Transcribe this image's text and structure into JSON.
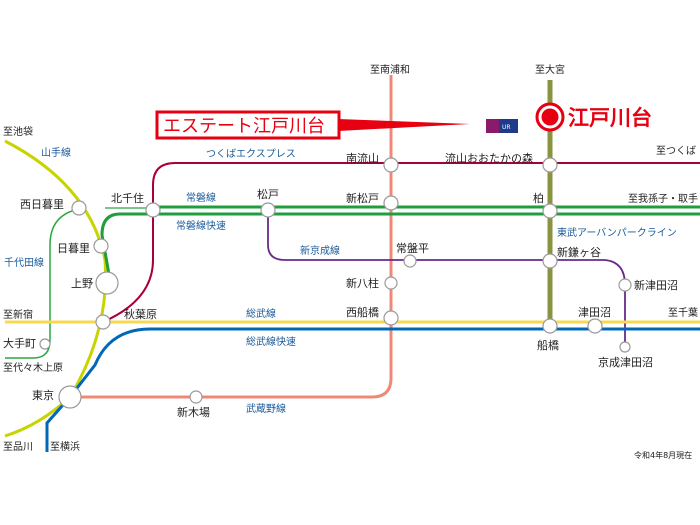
{
  "banner": {
    "title": "エステート江戸川台",
    "logo": "UR"
  },
  "highlight_station": "江戸川台",
  "lines": {
    "yamanote": "山手線",
    "tsukuba": "つくばエクスプレス",
    "joban": "常磐線",
    "joban_rapid": "常磐線快速",
    "chiyoda": "千代田線",
    "shinkeisei": "新京成線",
    "tobu": "東武アーバンパークライン",
    "sobu": "総武線",
    "sobu_rapid": "総武線快速",
    "musashino": "武蔵野線"
  },
  "stations": {
    "nishinippori": "西日暮里",
    "kitasenju": "北千住",
    "matsudo": "松戸",
    "shinmatsudo": "新松戸",
    "kashiwa": "柏",
    "minaminagareyama": "南流山",
    "otakanomori": "流山おおたかの森",
    "nippori": "日暮里",
    "ueno": "上野",
    "akihabara": "秋葉原",
    "otemachi": "大手町",
    "tokyo": "東京",
    "shinkiba": "新木場",
    "tokiwadaira": "常盤平",
    "shinkamagaya": "新鎌ヶ谷",
    "shinyahashira": "新八柱",
    "nishifunabashi": "西船橋",
    "funabashi": "船橋",
    "tsudanuma": "津田沼",
    "shintsudanuma": "新津田沼",
    "keiseitsudanuma": "京成津田沼"
  },
  "directions": {
    "ikebukuro": "至池袋",
    "shinjuku": "至新宿",
    "yoyogiuehara": "至代々木上原",
    "shinagawa": "至品川",
    "yokohama": "至横浜",
    "minamiurawa": "至南浦和",
    "omiya": "至大宮",
    "tsukuba": "至つくば",
    "abiko_toride": "至我孫子・取手",
    "chiba": "至千葉"
  },
  "note": "令和4年8月現在",
  "colors": {
    "yamanote": "#c8d400",
    "joban": "#1e9e3c",
    "chiyoda": "#2aa640",
    "tsukuba": "#a8003c",
    "shinkeisei": "#6a2a8a",
    "tobu": "#8a9440",
    "sobu": "#f8d850",
    "sobu_rapid": "#0068b7",
    "musashino": "#f08878",
    "accent": "#e60012",
    "line_label": "#1a5a9a"
  }
}
